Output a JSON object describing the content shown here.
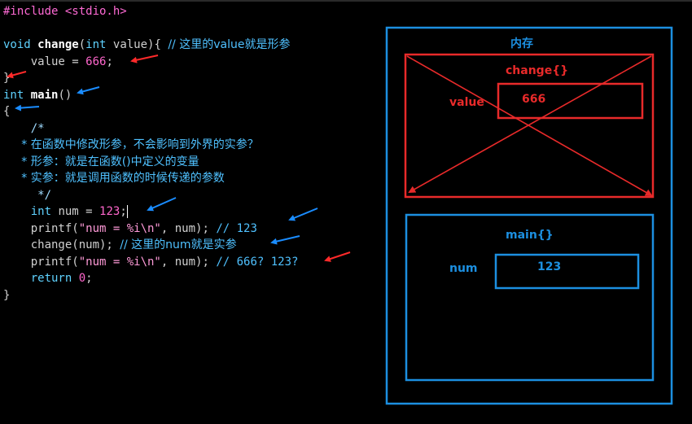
{
  "code": {
    "include": "#include <stdio.h>",
    "l_void": "void ",
    "l_change": "change",
    "l_open": "(",
    "l_int": "int",
    "l_param": " value){ ",
    "l_comment": "// 这里的value就是形参",
    "l_assign": "    value = ",
    "l_666": "666",
    "l_semi": ";",
    "l_close": "}",
    "m_int": "int ",
    "m_main": "main",
    "m_paren": "()",
    "m_brace": "{",
    "c_open": "    /*",
    "c1": "     * 在函数中修改形参，不会影响到外界的实参？",
    "c2": "     * 形参：就是在函数()中定义的变量",
    "c3": "     * 实参：就是调用函数的时候传递的参数",
    "c_end": "     */",
    "n_indent": "    ",
    "n_int": "int",
    "n_rest": " num = ",
    "n_123": "123",
    "n_semi": ";",
    "p1_a": "    printf(",
    "p1_str": "\"num = %i\\n\"",
    "p1_b": ", num); ",
    "p1_c": "// 123",
    "ch_a": "    change(num); ",
    "ch_c": "// 这里的num就是实参",
    "p2_a": "    printf(",
    "p2_str": "\"num = %i\\n\"",
    "p2_b": ", num); ",
    "p2_c": "// 666? 123?",
    "r_a": "    ",
    "r_kw": "return",
    "r_sp": " ",
    "r_0": "0",
    "r_semi": ";",
    "end": "}"
  },
  "memory": {
    "title": "内存",
    "change_frame": "change{}",
    "value_label": "value",
    "value_val": "666",
    "main_frame": "main{}",
    "num_label": "num",
    "num_val": "123"
  },
  "colors": {
    "memory_blue": "#1c8fe0",
    "change_red": "#e82a2a",
    "arrow_blue": "#1a8cff",
    "arrow_red": "#ff2a2a"
  }
}
